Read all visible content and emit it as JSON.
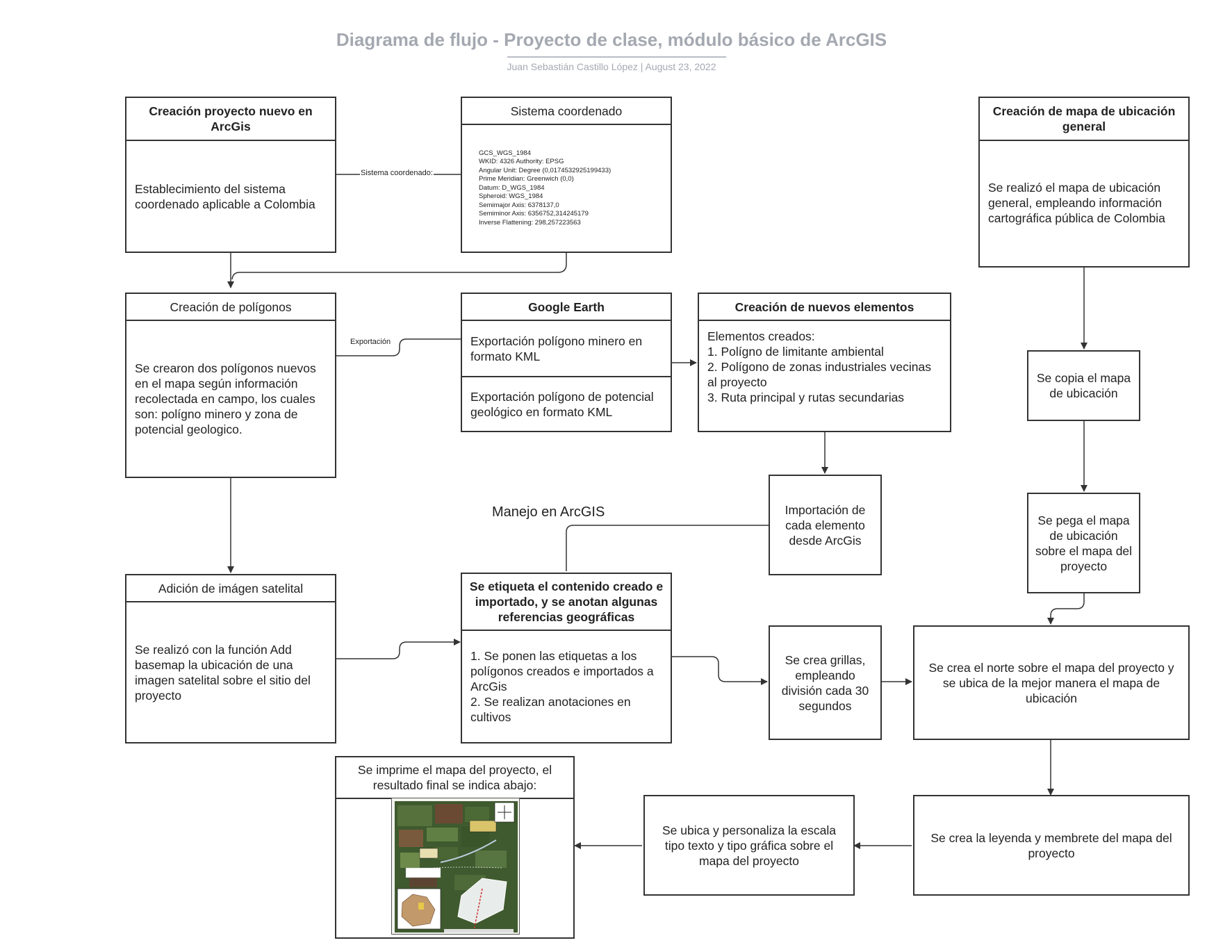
{
  "header": {
    "title": "Diagrama de flujo - Proyecto de clase, módulo básico de ArcGIS",
    "subtitle": "Juan Sebastián Castillo López  |  August 23, 2022"
  },
  "nodes": {
    "creacion_proyecto": {
      "title": "Creación proyecto nuevo en ArcGis",
      "body": "Establecimiento del sistema coordenado aplicable a Colombia"
    },
    "sistema_coordenado": {
      "title": "Sistema coordenado",
      "lines": [
        "GCS_WGS_1984",
        "WKID: 4326 Authority: EPSG",
        "Angular Unit: Degree (0,0174532925199433)",
        "Prime Meridian: Greenwich (0,0)",
        "Datum: D_WGS_1984",
        "Spheroid: WGS_1984",
        "Semimajor Axis: 6378137,0",
        "Semiminor Axis: 6356752,314245179",
        "Inverse Flattening: 298,257223563"
      ]
    },
    "mapa_ubicacion": {
      "title": "Creación de mapa de ubicación general",
      "body": "Se realizó el mapa de ubicación general, empleando información cartográfica pública de Colombia"
    },
    "poligonos": {
      "title": "Creación de polígonos",
      "body": "Se crearon dos polígonos nuevos en el mapa según información recolectada en campo, los cuales son: polígno minero y zona de potencial geologico."
    },
    "google_earth": {
      "title": "Google Earth",
      "item1": "Exportación polígono minero en formato KML",
      "item2": "Exportación polígono de potencial geológico en formato KML"
    },
    "nuevos_elementos": {
      "title": "Creación de nuevos elementos",
      "body": "Elementos creados:\n1. Polígno de limitante ambiental\n2. Polígono de zonas industriales vecinas al proyecto\n3. Ruta principal y rutas secundarias"
    },
    "copia_mapa": {
      "body": "Se copia el mapa de ubicación"
    },
    "pega_mapa": {
      "body": "Se pega el mapa de ubicación sobre el mapa del proyecto"
    },
    "importacion": {
      "body": "Importación de cada elemento desde ArcGis"
    },
    "imagen_satelital": {
      "title": "Adición de imágen satelital",
      "body": "Se realizó con la función Add basemap la ubicación de una imagen satelital sobre el  sitio del proyecto"
    },
    "etiquetas": {
      "title": "Se etiqueta el contenido creado e importado, y se anotan algunas referencias geográficas",
      "body": "1. Se ponen las etiquetas a los polígonos creados e importados a ArcGis\n2. Se realizan anotaciones en cultivos"
    },
    "grillas": {
      "body": "Se crea grillas, empleando división cada 30 segundos"
    },
    "norte": {
      "body": "Se crea el norte sobre el mapa del proyecto y se ubica de la mejor manera el mapa de ubicación"
    },
    "imprime": {
      "title": "Se imprime el mapa del proyecto, el resultado final se indica abajo:"
    },
    "escala": {
      "body": "Se ubica y personaliza la escala tipo texto y tipo gráfica sobre el mapa del proyecto"
    },
    "leyenda": {
      "body": "Se crea la leyenda y membrete del mapa del proyecto"
    }
  },
  "edge_labels": {
    "sistema": "Sistema coordenado:",
    "exportacion": "Exportación"
  },
  "free_text": {
    "manejo": "Manejo en ArcGIS"
  }
}
